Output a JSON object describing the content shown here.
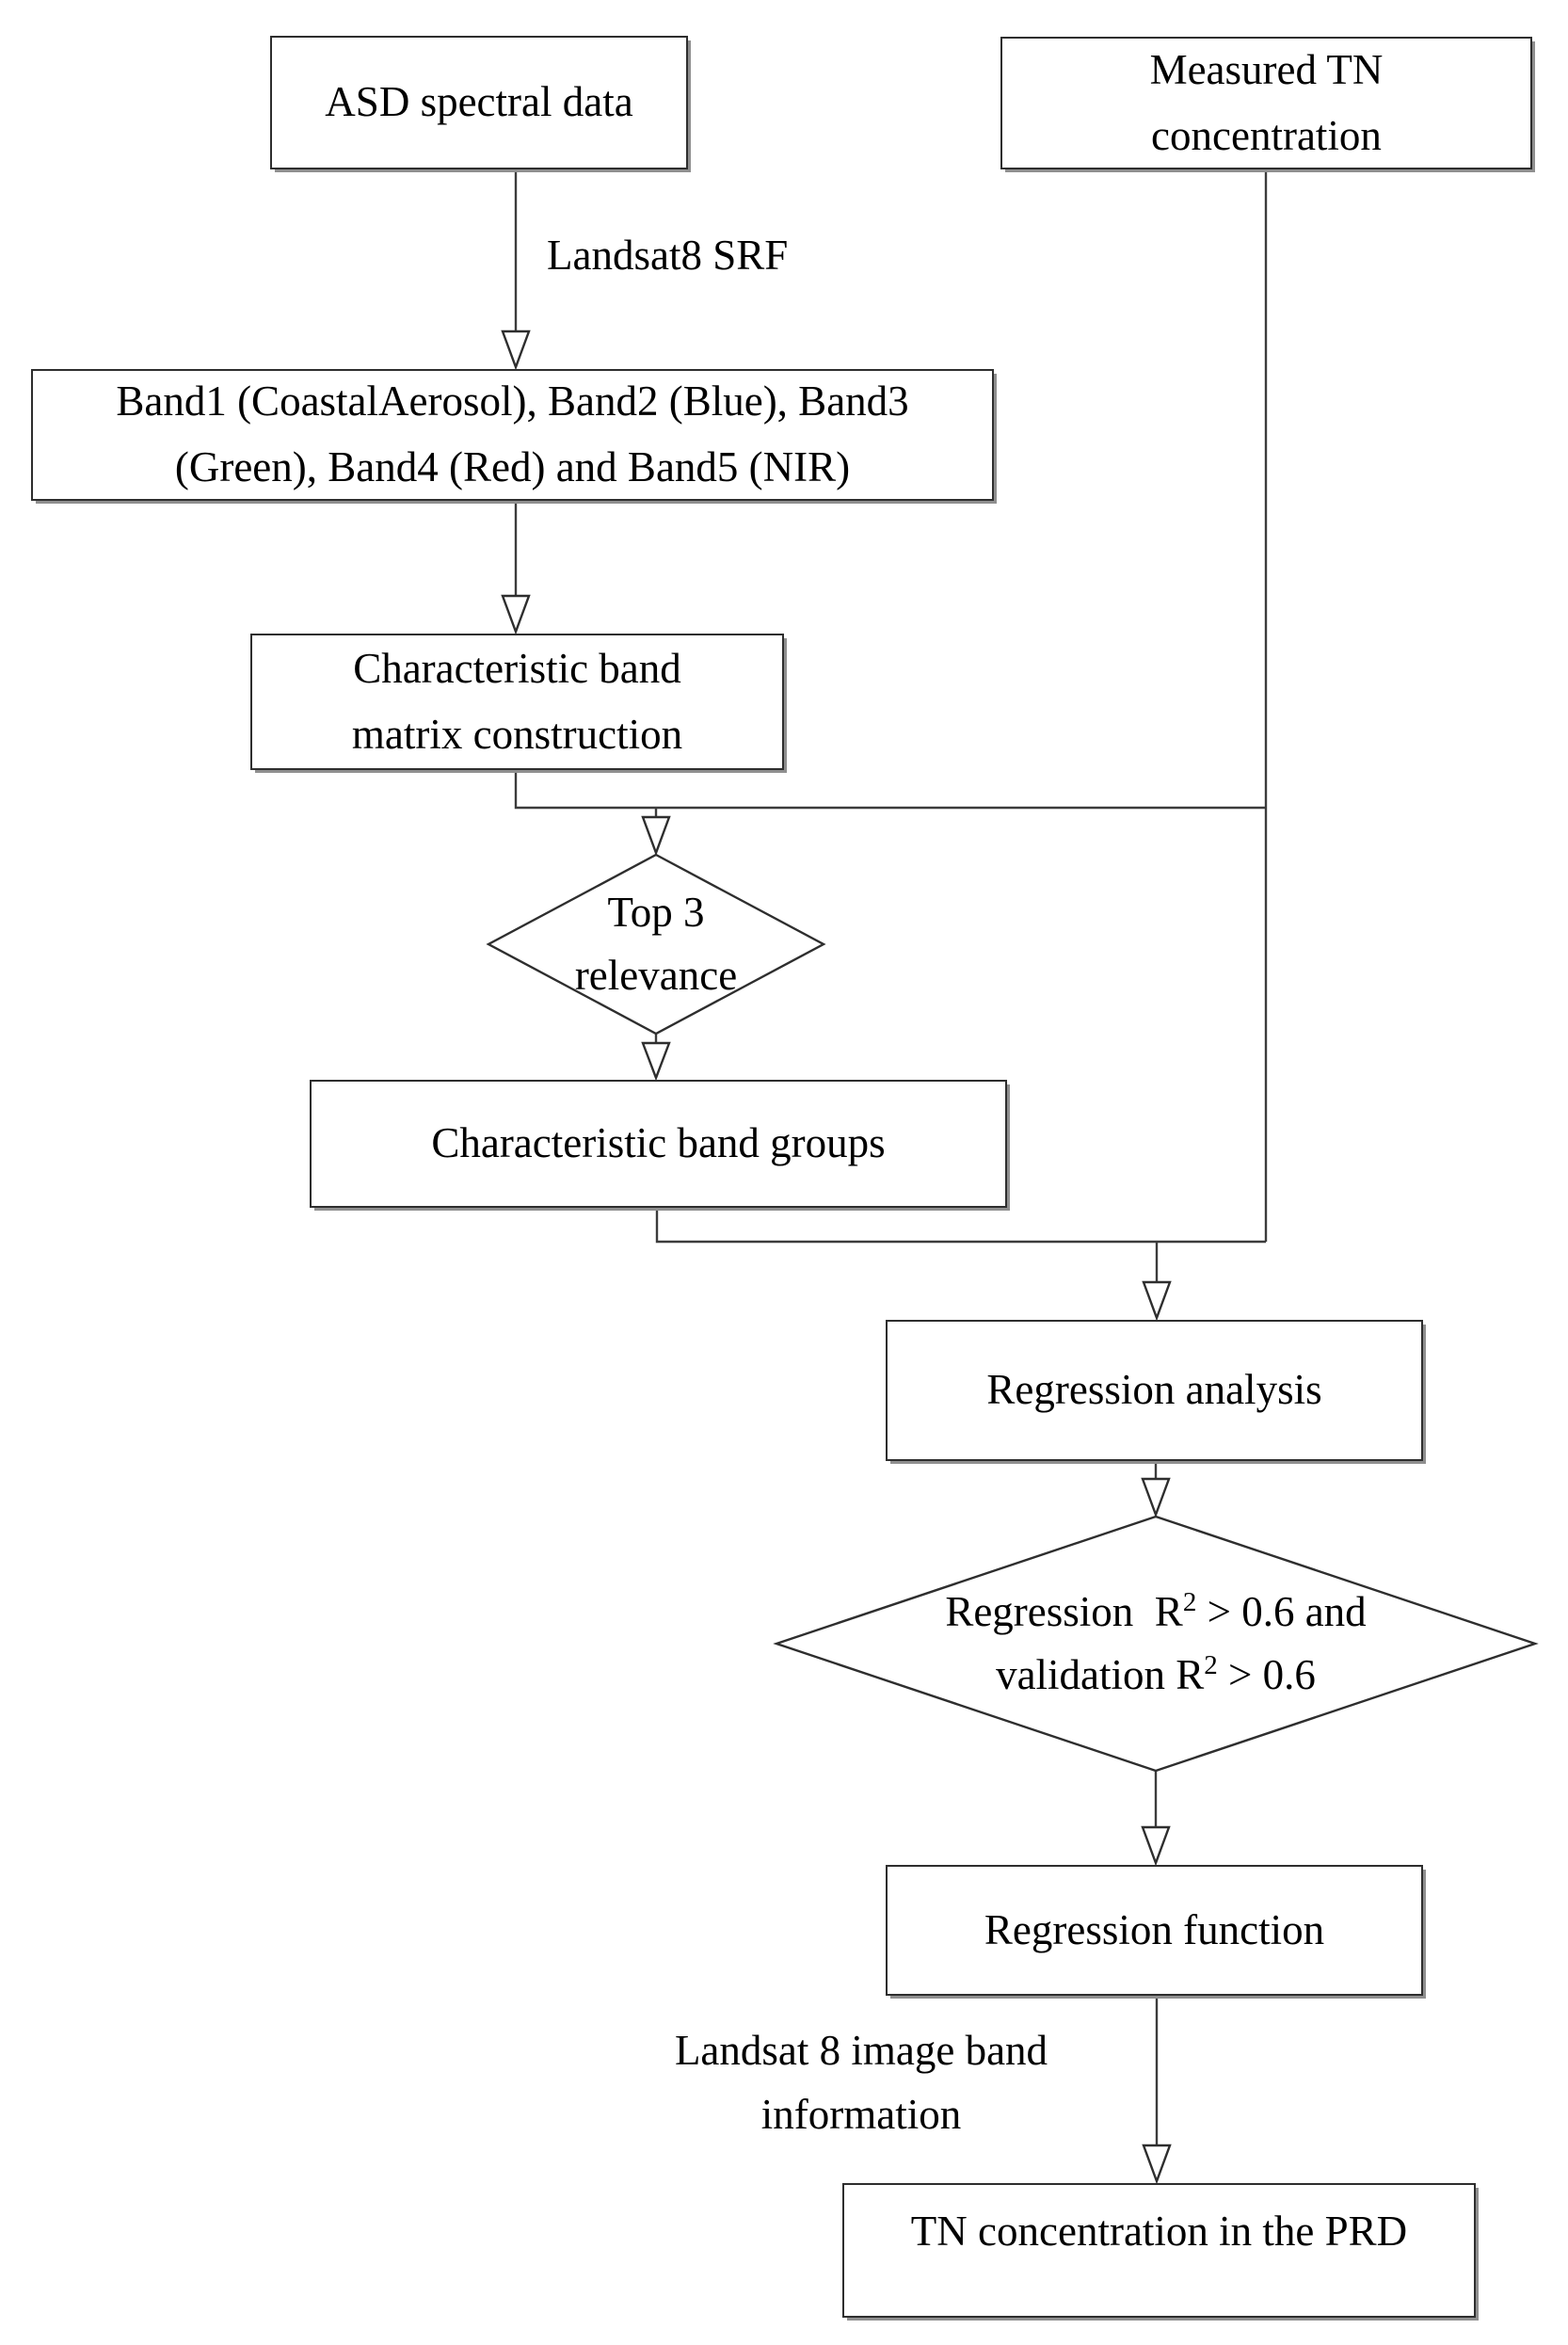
{
  "figure": {
    "type": "flowchart",
    "description": "TN concentration retrieval workflow from ASD spectral data to Landsat 8 PRD mapping"
  },
  "colors": {
    "box_border": "#2e2e2e",
    "connector": "#3c3c3c",
    "shadow": "#8f8f8f",
    "text": "#000000",
    "box_fill": "#ffffff"
  },
  "nodes": {
    "asd_spectral_data": {
      "shape": "rect",
      "label": "ASD spectral data"
    },
    "measured_tn": {
      "shape": "rect",
      "label": "Measured TN concentration"
    },
    "band_selection": {
      "shape": "rect",
      "label": "Band1 (CoastalAerosol), Band2 (Blue), Band3 (Green), Band4 (Red) and Band5 (NIR)"
    },
    "band_matrix": {
      "shape": "rect",
      "label": "Characteristic band matrix construction"
    },
    "top3_relevance": {
      "shape": "diamond",
      "line1": "Top 3",
      "line2": "relevance"
    },
    "band_groups": {
      "shape": "rect",
      "label": "Characteristic band groups"
    },
    "regression_analysis": {
      "shape": "rect",
      "label": "Regression analysis"
    },
    "r2_condition": {
      "shape": "diamond",
      "line1_pre": "Regression  R",
      "line1_sup": "2",
      "line1_post": " > 0.6 and",
      "line2_pre": "validation R",
      "line2_sup": "2",
      "line2_post": " > 0.6"
    },
    "regression_function": {
      "shape": "rect",
      "label": "Regression function"
    },
    "tn_prd": {
      "shape": "rect",
      "label": "TN concentration in the PRD"
    }
  },
  "edge_labels": {
    "srf": "Landsat8 SRF",
    "image_band": "Landsat 8 image band information"
  }
}
